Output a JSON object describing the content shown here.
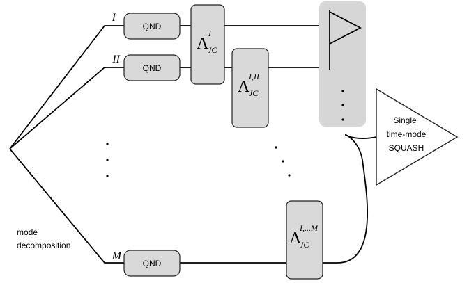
{
  "diagram": {
    "mode_labels": {
      "first": "I",
      "second": "II",
      "last": "M"
    },
    "qnd_label": "QND",
    "channels": {
      "first": {
        "symbol": "Λ",
        "sup": "I",
        "sub": "JC"
      },
      "second": {
        "symbol": "Λ",
        "sup": "I,II",
        "sub": "JC"
      },
      "last": {
        "symbol": "Λ",
        "sup": "I,...M",
        "sub": "JC"
      }
    },
    "squash_label": {
      "line1": "Single",
      "line2": "time-mode",
      "line3": "SQUASH"
    },
    "decomposition_label": {
      "line1": "mode",
      "line2": "decomposition"
    }
  }
}
